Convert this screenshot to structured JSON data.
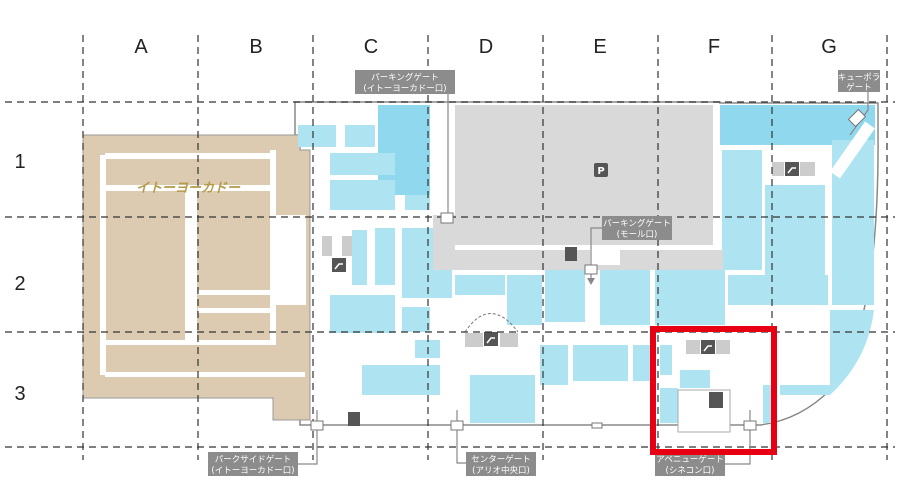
{
  "map": {
    "columns": [
      "A",
      "B",
      "C",
      "D",
      "E",
      "F",
      "G"
    ],
    "rows": [
      "1",
      "2",
      "3"
    ],
    "anchor_store": "イトーヨーカドー",
    "parking_symbol": "P",
    "gates": [
      {
        "line1": "パーキングゲート",
        "line2": "(イトーヨーカドー口)"
      },
      {
        "line1": "パーキングゲート",
        "line2": "(モール口)"
      },
      {
        "line1": "キューポラ",
        "line2": "ゲート"
      },
      {
        "line1": "パークサイドゲート",
        "line2": "(イトーヨーカドー口)"
      },
      {
        "line1": "センターゲート",
        "line2": "(アリオ中央口)"
      },
      {
        "line1": "アベニューゲート",
        "line2": "(シネコン口)"
      }
    ],
    "highlight": {
      "column": "F",
      "row": "3",
      "color": "#e60012"
    },
    "colors": {
      "shop": "#aee4f2",
      "anchor": "#dccbb0",
      "parking": "#d9d9d9",
      "label_bg": "#8c8c8c"
    }
  }
}
